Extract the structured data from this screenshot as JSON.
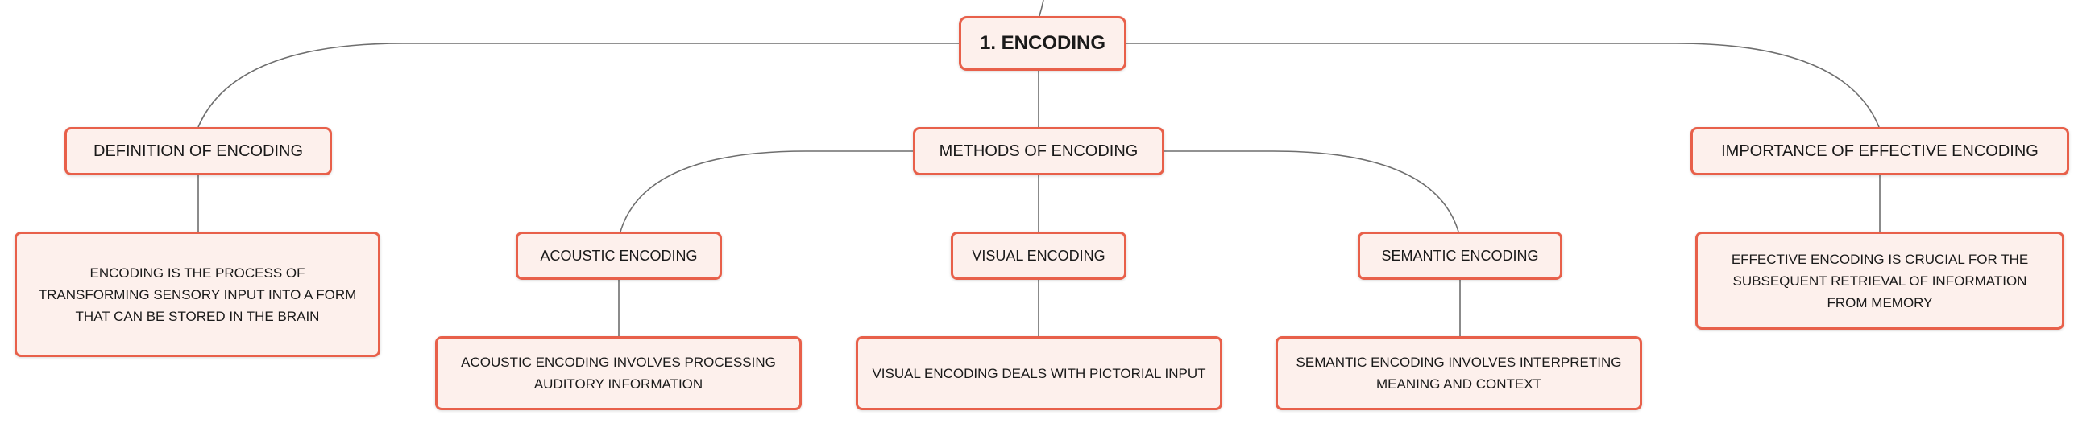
{
  "diagram": {
    "root": {
      "label": "1. ENCODING"
    },
    "definition": {
      "label": "DEFINITION OF ENCODING",
      "detail": "ENCODING IS THE PROCESS OF TRANSFORMING SENSORY INPUT INTO A FORM THAT CAN BE STORED IN THE BRAIN"
    },
    "methods": {
      "label": "METHODS OF ENCODING",
      "children": [
        {
          "label": "ACOUSTIC ENCODING",
          "detail": "ACOUSTIC ENCODING INVOLVES PROCESSING AUDITORY INFORMATION"
        },
        {
          "label": "VISUAL ENCODING",
          "detail": "VISUAL ENCODING DEALS WITH PICTORIAL INPUT"
        },
        {
          "label": "SEMANTIC ENCODING",
          "detail": "SEMANTIC ENCODING INVOLVES INTERPRETING MEANING AND CONTEXT"
        }
      ]
    },
    "importance": {
      "label": "IMPORTANCE OF EFFECTIVE ENCODING",
      "detail": "EFFECTIVE ENCODING IS CRUCIAL FOR THE SUBSEQUENT RETRIEVAL OF INFORMATION FROM MEMORY"
    }
  }
}
